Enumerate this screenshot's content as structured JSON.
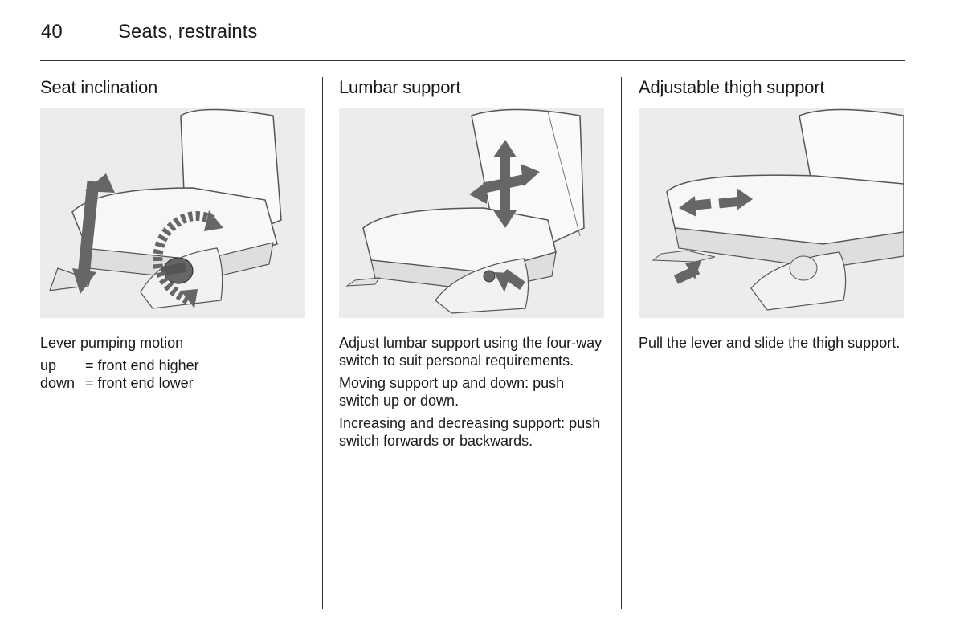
{
  "header": {
    "page_number": "40",
    "section_title": "Seats, restraints"
  },
  "columns": [
    {
      "heading": "Seat inclination",
      "intro": "Lever pumping motion",
      "rows": [
        {
          "key": "up",
          "value": "= front end higher"
        },
        {
          "key": "down",
          "value": "= front end lower"
        }
      ]
    },
    {
      "heading": "Lumbar support",
      "paragraphs": [
        "Adjust lumbar support using the four-way switch to suit personal requirements.",
        "Moving support up and down: push switch up or down.",
        "Increasing and decreasing support: push switch forwards or backwards."
      ]
    },
    {
      "heading": "Adjustable thigh support",
      "paragraphs": [
        "Pull the lever and slide the thigh support."
      ]
    }
  ]
}
